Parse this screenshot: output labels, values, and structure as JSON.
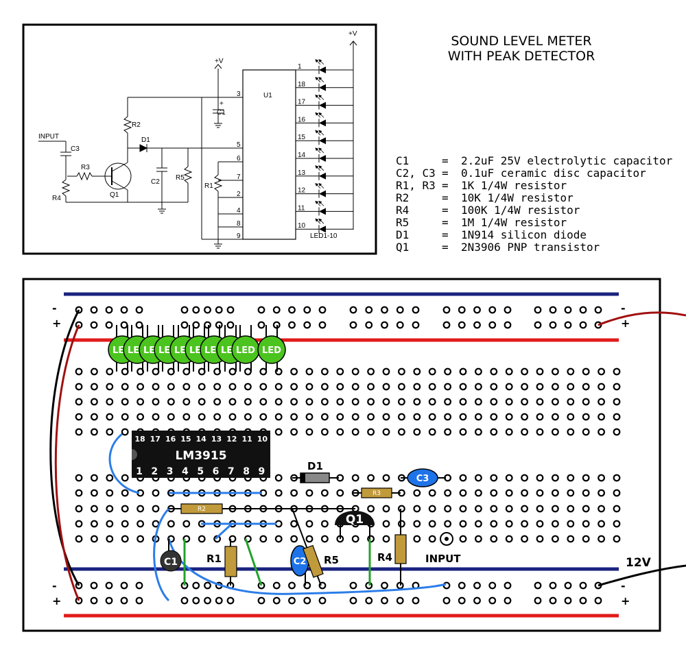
{
  "schematic": {
    "title_line1": "SOUND LEVEL METER",
    "title_line2": "WITH PEAK DETECTOR",
    "labels": {
      "vplus": "+V",
      "u1": "U1",
      "input": "INPUT",
      "c1": "C1",
      "c2": "C2",
      "c3": "C3",
      "r1": "R1",
      "r2": "R2",
      "r3": "R3",
      "r4": "R4",
      "r5": "R5",
      "d1": "D1",
      "q1": "Q1",
      "led_group": "LED1-10",
      "left_pins": [
        "3",
        "5",
        "6",
        "7",
        "2",
        "4",
        "8",
        "9"
      ],
      "right_pins": [
        "1",
        "18",
        "17",
        "16",
        "15",
        "14",
        "13",
        "12",
        "11",
        "10"
      ],
      "polarity_plus": "+"
    },
    "parts_list": [
      {
        "ref": "C1",
        "desc": "2.2uF 25V electrolytic capacitor"
      },
      {
        "ref": "C2, C3",
        "desc": "0.1uF ceramic disc capacitor"
      },
      {
        "ref": "R1, R3",
        "desc": "1K 1/4W resistor"
      },
      {
        "ref": "R2",
        "desc": "10K 1/4W resistor"
      },
      {
        "ref": "R4",
        "desc": "100K 1/4W resistor"
      },
      {
        "ref": "R5",
        "desc": "1M 1/4W resistor"
      },
      {
        "ref": "D1",
        "desc": "1N914 silicon diode"
      },
      {
        "ref": "Q1",
        "desc": "2N3906 PNP transistor"
      }
    ],
    "equals": "="
  },
  "breadboard": {
    "chip_name": "LM3915",
    "chip_top_pins": [
      "18",
      "17",
      "16",
      "15",
      "14",
      "13",
      "12",
      "11",
      "10"
    ],
    "chip_bottom_pins": [
      "1",
      "2",
      "3",
      "4",
      "5",
      "6",
      "7",
      "8",
      "9"
    ],
    "led_label": "LED",
    "rail_minus": "-",
    "rail_plus": "+",
    "supply": "12V",
    "input": "INPUT",
    "labels": {
      "d1": "D1",
      "q1": "Q1",
      "c1": "C1",
      "c2": "C2",
      "c3": "C3",
      "r1": "R1",
      "r2": "R2",
      "r3": "R3",
      "r4": "R4",
      "r5": "R5"
    }
  },
  "colors": {
    "rail_blue": "#1a237e",
    "rail_red": "#e11b1b",
    "led_green": "#4cc41f",
    "resistor_body": "#c19a3c",
    "capacitor_blue": "#1e73e8",
    "wire_blue": "#2b7de9",
    "wire_green": "#22a32a",
    "power_wire": "#a01010"
  }
}
